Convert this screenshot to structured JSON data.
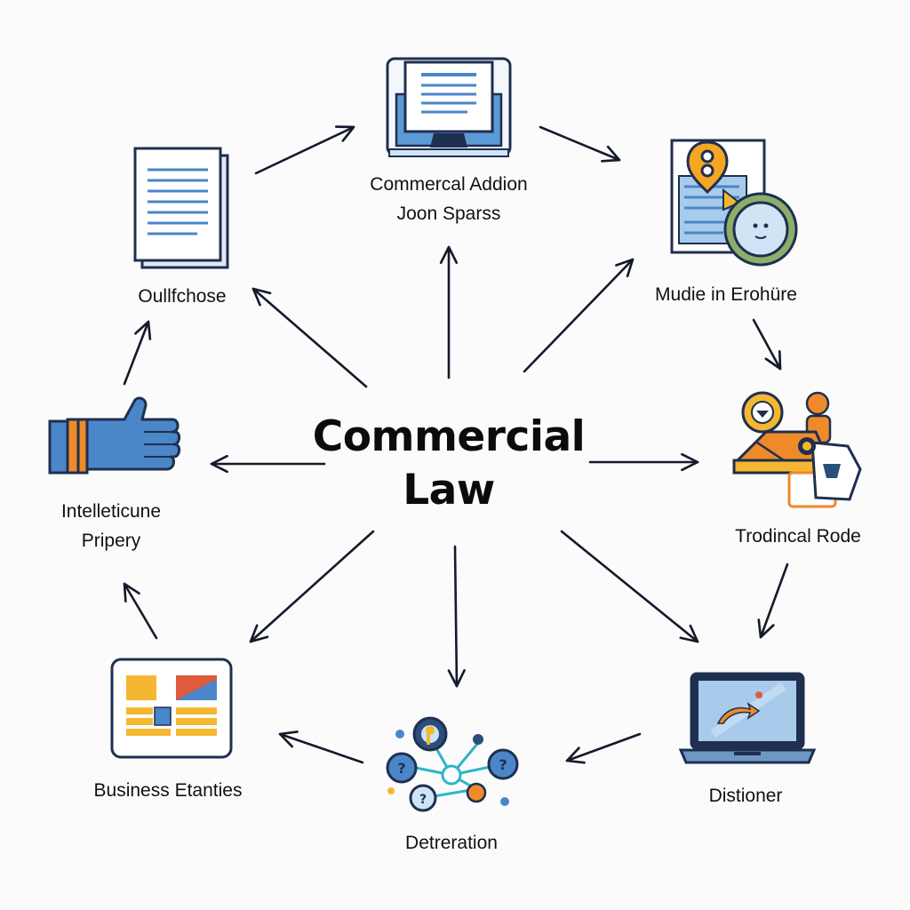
{
  "center": {
    "line1": "Commercial",
    "line2": "Law"
  },
  "nodes": [
    {
      "id": "top",
      "lines": [
        "Commercal Addion",
        "Joon Sparss"
      ]
    },
    {
      "id": "upper-left",
      "lines": [
        "Oullfchose"
      ]
    },
    {
      "id": "upper-right",
      "lines": [
        "Mudie in Erohüre"
      ]
    },
    {
      "id": "left",
      "lines": [
        "Intelleticune",
        "Pripery"
      ]
    },
    {
      "id": "right",
      "lines": [
        "Trodincal Rode"
      ]
    },
    {
      "id": "lower-left",
      "lines": [
        "Business Etanties"
      ]
    },
    {
      "id": "bottom",
      "lines": [
        "Detreration"
      ]
    },
    {
      "id": "lower-right",
      "lines": [
        "Distioner"
      ]
    }
  ],
  "icons": {
    "top": "monitor-document-icon",
    "upper-left": "document-icon",
    "upper-right": "profile-gear-document-icon",
    "left": "hand-icon",
    "right": "machinery-worker-icon",
    "lower-left": "dashboard-panel-icon",
    "bottom": "network-nodes-icon",
    "lower-right": "laptop-icon"
  },
  "colors": {
    "blue": "#4a86c8",
    "dark_navy": "#1f2f4f",
    "orange": "#ef8a2a",
    "yellow": "#f5b731",
    "light_blue": "#cfe4f5",
    "arrow": "#141a2a"
  }
}
